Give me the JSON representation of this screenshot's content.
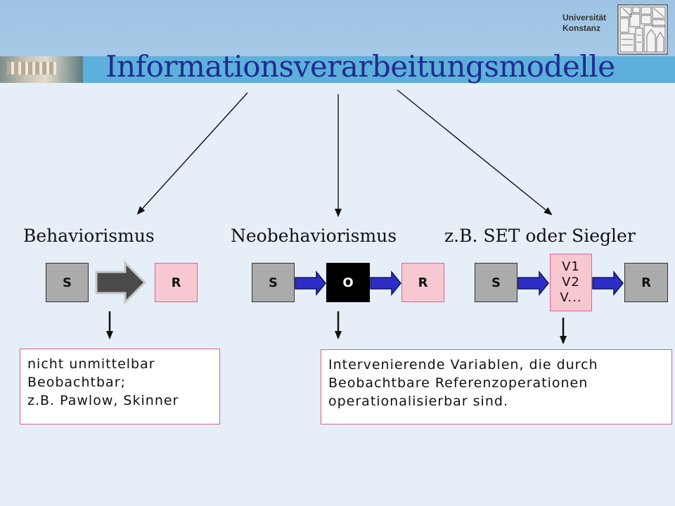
{
  "slide": {
    "title": "Informationsverarbeitungsmodelle",
    "university": {
      "line1": "Universität",
      "line2": "Konstanz"
    }
  },
  "behaviorismus": {
    "label": "Behaviorismus",
    "stimulus": "S",
    "response": "R",
    "note": [
      "nicht unmittelbar",
      "Beobachtbar;",
      "z.B. Pawlow, Skinner"
    ]
  },
  "neobehaviorismus": {
    "label": "Neobehaviorismus",
    "stimulus": "S",
    "organism": "O",
    "response": "R",
    "note": [
      "Intervenierende Variablen, die durch",
      "Beobachtbare Referenzoperationen",
      "operationalisierbar sind."
    ]
  },
  "set_siegler": {
    "label": "z.B. SET oder Siegler",
    "stimulus": "S",
    "variables": [
      "V1",
      "V2",
      "V..."
    ],
    "response": "R"
  },
  "colors": {
    "title": "#1f2c8f",
    "title_strip": "#5eb0dc",
    "arrow_fill": "#2d2dc8",
    "box_grey": "#ababab",
    "box_pink": "#f8c8d0"
  }
}
